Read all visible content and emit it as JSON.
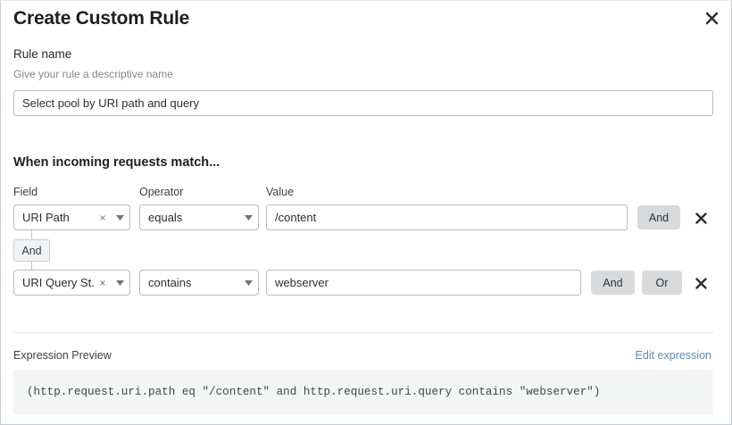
{
  "modal": {
    "title": "Create Custom Rule",
    "close_icon": "close-icon"
  },
  "rule_name": {
    "label": "Rule name",
    "help": "Give your rule a descriptive name",
    "value": "Select pool by URI path and query",
    "placeholder": ""
  },
  "match_section": {
    "heading": "When incoming requests match...",
    "columns": {
      "field": "Field",
      "operator": "Operator",
      "value": "Value"
    },
    "connector_badge": "And",
    "rows": [
      {
        "field": "URI Path",
        "operator": "equals",
        "value": "/content",
        "clear_icon": "×",
        "caret_icon": "chevron-down-icon",
        "buttons": [
          "And"
        ],
        "delete_icon": "delete-icon"
      },
      {
        "field": "URI Query St...",
        "operator": "contains",
        "value": "webserver",
        "clear_icon": "×",
        "caret_icon": "chevron-down-icon",
        "buttons": [
          "And",
          "Or"
        ],
        "delete_icon": "delete-icon"
      }
    ]
  },
  "expression": {
    "label": "Expression Preview",
    "edit_link": "Edit expression",
    "text": "(http.request.uri.path eq \"/content\" and http.request.uri.query contains \"webserver\")"
  },
  "colors": {
    "link": "#5c8bb0",
    "pill_bg": "#d8dadc",
    "expr_bg": "#f3f4f4",
    "border": "#b6babd"
  }
}
